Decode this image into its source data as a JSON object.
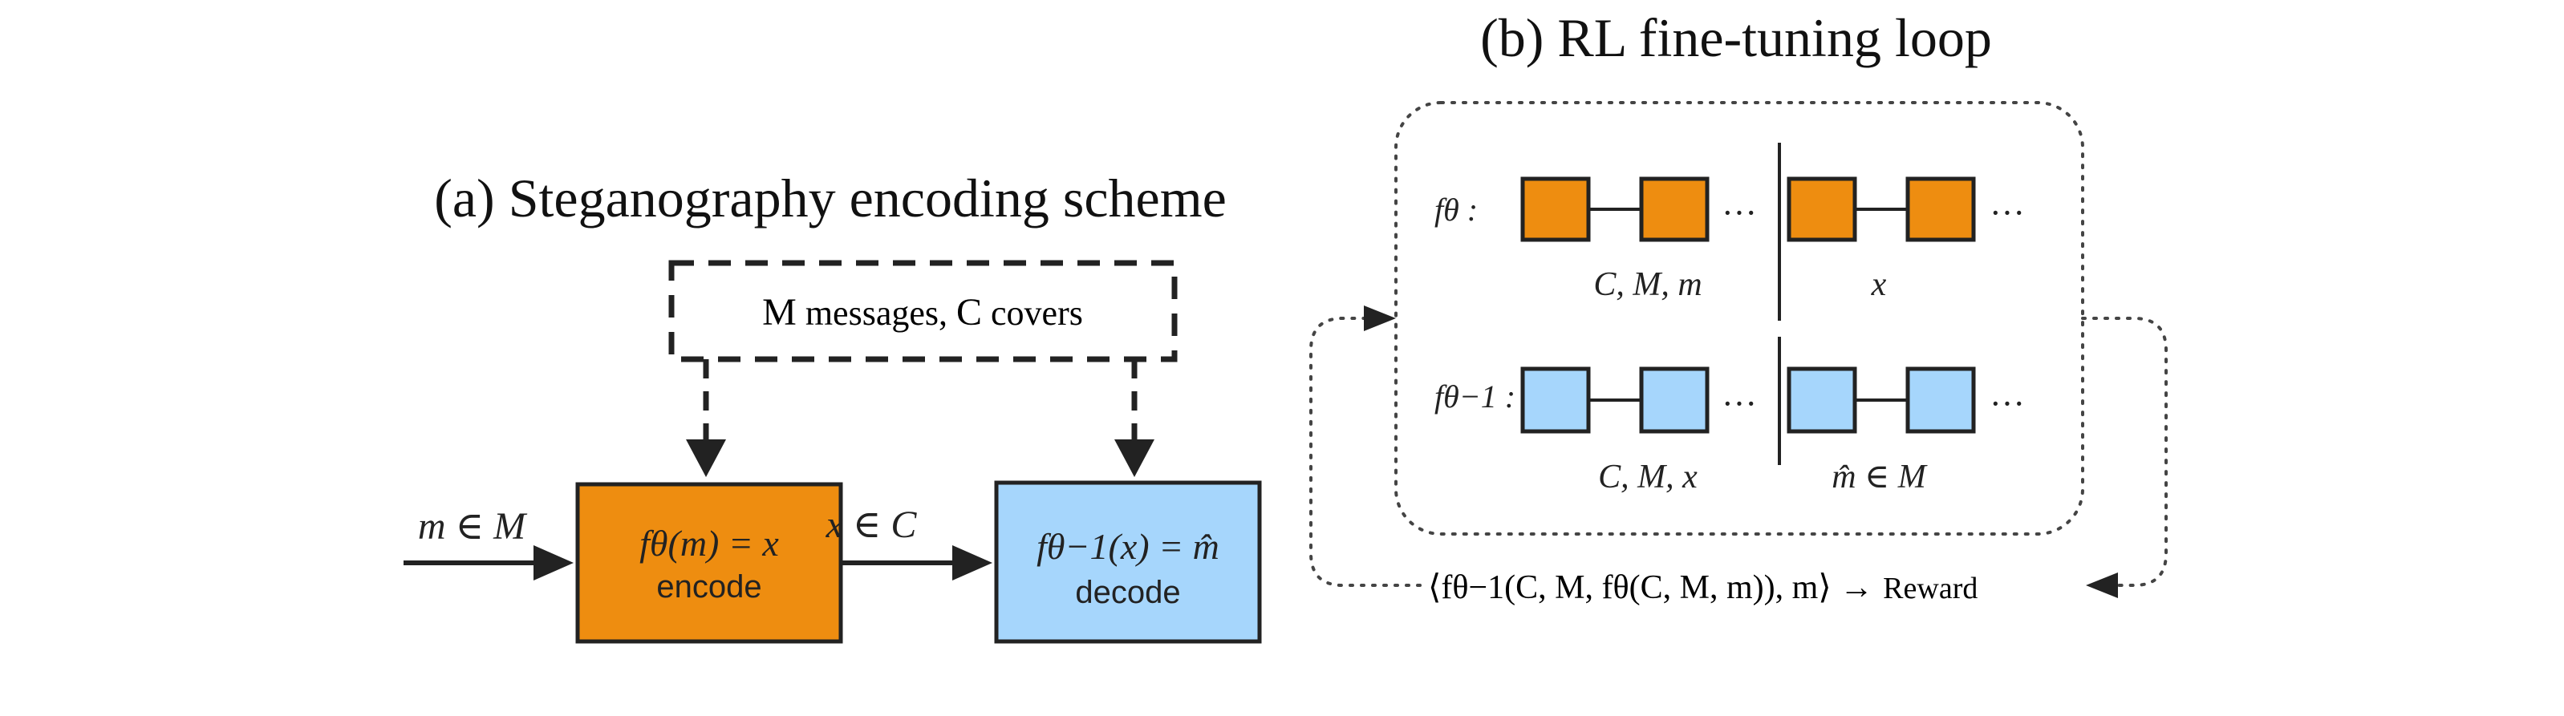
{
  "colors": {
    "encode_fill": "#EE8D10",
    "decode_fill": "#A6D6FC",
    "stroke": "#222222",
    "dotted": "#444444"
  },
  "panel_a": {
    "title": "(a) Steganography encoding scheme",
    "params_var_m": "M",
    "params_text_1": " messages, ",
    "params_var_c": "C",
    "params_text_2": " covers",
    "input_label": "m ∈ M",
    "middle_label": "x ∈ C",
    "encoder": {
      "formula": "fθ(m) = x",
      "label": "encode"
    },
    "decoder": {
      "formula": "fθ−1(x) = m̂",
      "label": "decode"
    }
  },
  "panel_b": {
    "title": "(b) RL fine-tuning loop",
    "row1": {
      "label": "fθ :",
      "caption_left": "C, M, m",
      "caption_right": "x",
      "ellipsis": "···"
    },
    "row2": {
      "label": "fθ−1 :",
      "caption_left": "C, M, x",
      "caption_right": "m̂ ∈ M",
      "ellipsis": "···"
    },
    "reward_expr": "⟨fθ−1(C, M, fθ(C, M, m)), m⟩ →",
    "reward_word": "Reward"
  }
}
